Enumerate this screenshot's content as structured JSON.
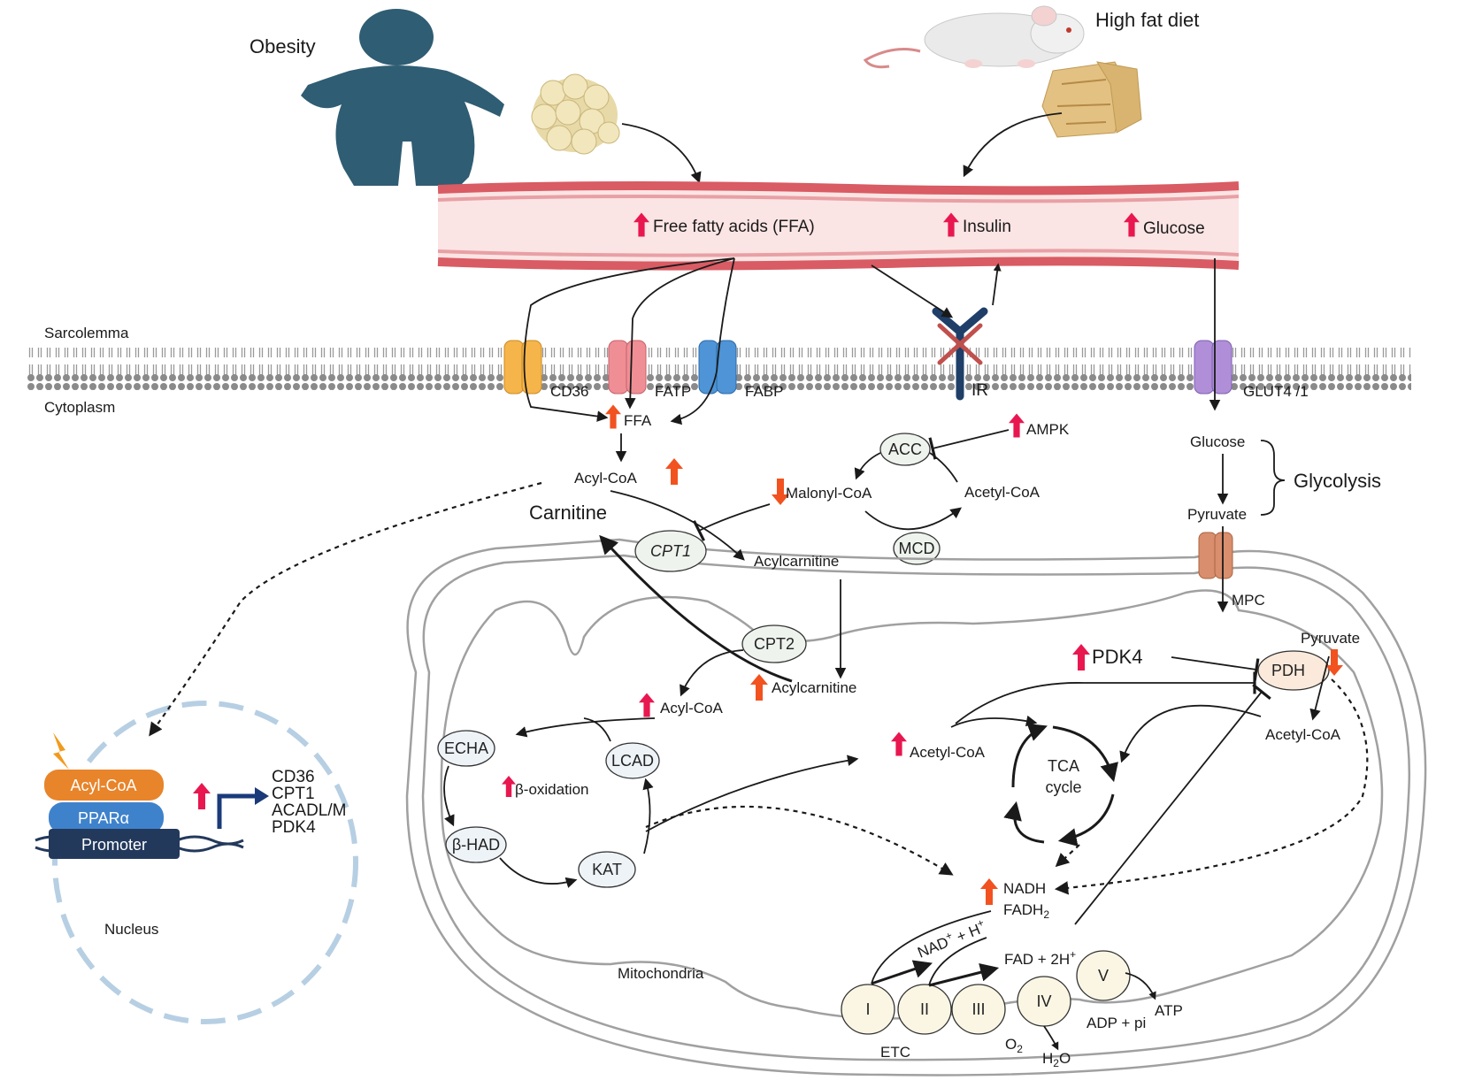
{
  "labels": {
    "obesity": "Obesity",
    "high_fat_diet": "High fat diet",
    "sarcolemma": "Sarcolemma",
    "cytoplasm": "Cytoplasm",
    "nucleus": "Nucleus",
    "mitochondria": "Mitochondria",
    "etc": "ETC",
    "glycolysis": "Glycolysis",
    "carnitine": "Carnitine"
  },
  "blood": {
    "ffa": "Free fatty acids (FFA)",
    "insulin": "Insulin",
    "glucose": "Glucose"
  },
  "transporters": {
    "cd36": "CD36",
    "fatp": "FATP",
    "fabp": "FABP",
    "ir": "IR",
    "glut": "GLUT4 /1",
    "mpc": "MPC"
  },
  "cytoplasm_metabolites": {
    "ffa": "FFA",
    "acyl_coa": "Acyl-CoA",
    "malonyl_coa": "Malonyl-CoA",
    "acetyl_coa": "Acetyl-CoA",
    "acylcarnitine": "Acylcarnitine",
    "ampk": "AMPK",
    "glucose": "Glucose",
    "pyruvate": "Pyruvate"
  },
  "enzymes": {
    "acc": "ACC",
    "mcd": "MCD",
    "cpt1": "CPT1",
    "cpt2": "CPT2",
    "echa": "ECHA",
    "lcad": "LCAD",
    "bhad": "β-HAD",
    "kat": "KAT",
    "pdh": "PDH",
    "pdk4": "PDK4"
  },
  "mito_metabolites": {
    "acylcarnitine": "Acylcarnitine",
    "acyl_coa": "Acyl-CoA",
    "beta_oxidation": "β-oxidation",
    "acetyl_coa": "Acetyl-CoA",
    "acetyl_coa_pdh": "Acetyl-CoA",
    "pyruvate": "Pyruvate",
    "tca_line1": "TCA",
    "tca_line2": "cycle",
    "nadh": "NADH",
    "fadh_base": "FADH",
    "fadh_sub": "2"
  },
  "etc": {
    "complexes": [
      "I",
      "II",
      "III",
      "IV",
      "V"
    ],
    "nad_base": "NAD",
    "nad_sup": "+",
    "nad_mid": " + H",
    "nad_sup2": "+",
    "fad": "FAD + 2H",
    "fad_sup": "+",
    "adp": "ADP + pi",
    "atp": "ATP",
    "o2_base": "O",
    "o2_sub": "2",
    "h2o_pre": "H",
    "h2o_sub": "2",
    "h2o_post": "O"
  },
  "nucleus_box": {
    "acyl_coa": "Acyl-CoA",
    "ppara": "PPARα",
    "promoter": "Promoter",
    "genes": [
      "CD36",
      "CPT1",
      "ACADL/M",
      "PDK4"
    ]
  },
  "colors": {
    "up_arrow": "#e8174f",
    "up_arrow_orange": "#f2521f",
    "down_arrow": "#f2521f",
    "vessel": "#d95b63",
    "vessel_inner": "#fbe4e4",
    "human": "#2f5d73",
    "cd36": "#f6b54a",
    "fatp": "#ef8f95",
    "fabp": "#4e94d6",
    "glut": "#b08fd8",
    "mpc": "#d98e6d",
    "ir": "#1f3f68",
    "acyl_box": "#e8842a",
    "ppar_box": "#3f82cc",
    "promoter_box": "#23395c"
  }
}
